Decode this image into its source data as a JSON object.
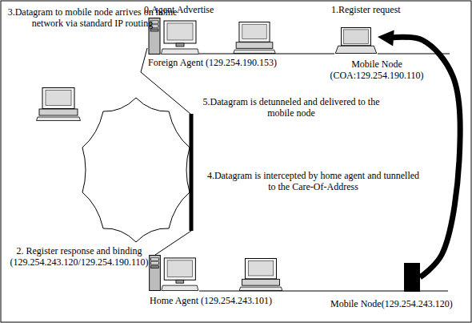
{
  "diagram": {
    "nodes": [
      {
        "text": [
          "Foreign Agent (129.254.190.153)"
        ]
      },
      {
        "text": [
          "Mobile Node (COA:129.254.190.110)"
        ]
      },
      {
        "text": [
          "Home Agent (129.254.243.101)"
        ]
      },
      {
        "text": [
          "Mobile Node(129.254.243.120)"
        ]
      }
    ],
    "edges": [
      {
        "from": 0,
        "to": 1,
        "arrow": "none"
      },
      {
        "from": 2,
        "to": 3,
        "arrow": "none"
      },
      {
        "from": 3,
        "to": 1,
        "arrow": "to"
      }
    ],
    "labels": [
      "0.Agent Advertise",
      "1.Register request",
      "3.Datagram to mobile node arrives on home network via standard IP routing",
      "5.Datagram is detunneled and delivered to the mobile node",
      "4.Datagram is intercepted by home agent and tunnelled to the Care-Of-Address",
      "2. Register response and binding (129.254.243.120/129.254.190.110)"
    ]
  }
}
